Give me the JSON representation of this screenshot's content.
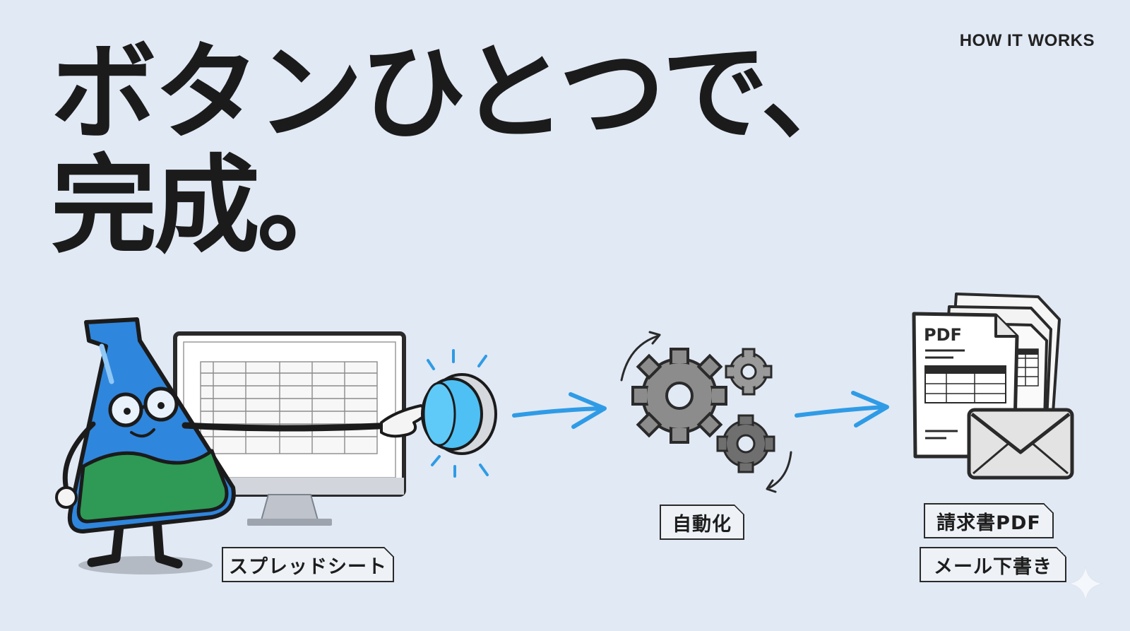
{
  "header": {
    "eyebrow": "HOW IT WORKS"
  },
  "headline": {
    "line1": "ボタンひとつで、",
    "line2": "完成。"
  },
  "flow": {
    "input_label": "スプレッドシート",
    "process_label": "自動化",
    "outputs": [
      "請求書PDF",
      "メール下書き"
    ],
    "pdf_doc_label": "PDF"
  },
  "colors": {
    "background": "#e1e9f4",
    "accent_blue": "#2f9be6",
    "flask_blue": "#2f86dd",
    "liquid_green": "#2e9a55",
    "button_blue": "#4fc0f3",
    "gear_gray": "#8a8a8a",
    "ink": "#1b1b1b"
  },
  "icons": [
    "flask-mascot",
    "monitor-spreadsheet",
    "push-button",
    "arrow-right",
    "gears",
    "pdf-documents",
    "envelope",
    "sparkle"
  ]
}
